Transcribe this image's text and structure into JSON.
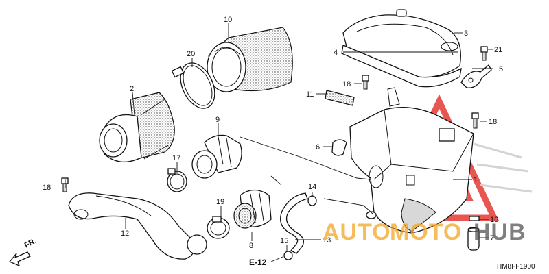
{
  "diagram": {
    "code": "HM8FF1900",
    "reference": "E-12",
    "direction": "FR.",
    "watermark": {
      "part1": "AUTO",
      "part2": "MOTO",
      "part3": "HUB",
      "color_main": "#f5a623",
      "color_hub": "#555555",
      "color_logo": "#e53935"
    },
    "callouts": {
      "p1": "1",
      "p2": "2",
      "p3": "3",
      "p4": "4",
      "p5": "5",
      "p6": "6",
      "p7": "7",
      "p8": "8",
      "p9": "9",
      "p10": "10",
      "p11": "11",
      "p12": "12",
      "p13": "13",
      "p14": "14",
      "p15": "15",
      "p16": "16",
      "p17": "17",
      "p18a": "18",
      "p18b": "18",
      "p18c": "18",
      "p19": "19",
      "p20": "20",
      "p21": "21"
    }
  }
}
